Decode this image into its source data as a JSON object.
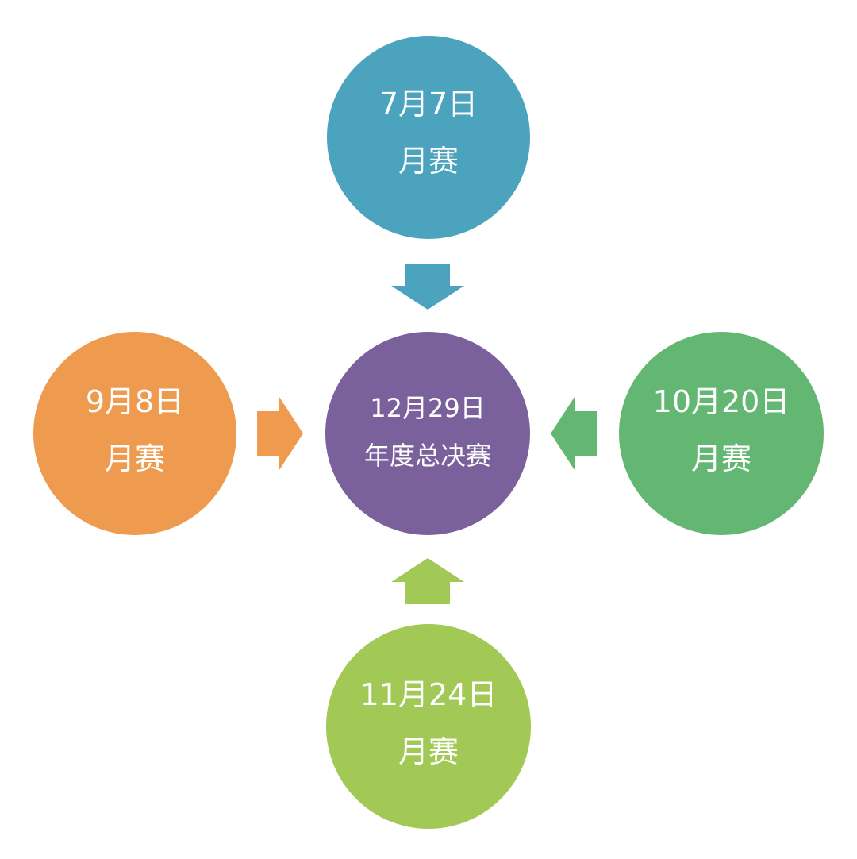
{
  "nodes": {
    "top": {
      "line1": "7月7日",
      "line2": "月赛",
      "color": "#4ba3be"
    },
    "left": {
      "line1": "9月8日",
      "line2": "月赛",
      "color": "#ee9a4f"
    },
    "center": {
      "line1": "12月29日",
      "line2": "年度总决赛",
      "color": "#7a619b"
    },
    "right": {
      "line1": "10月20日",
      "line2": "月赛",
      "color": "#64b773"
    },
    "bottom": {
      "line1": "11月24日",
      "line2": "月赛",
      "color": "#a2c955"
    }
  },
  "arrows": {
    "top": {
      "direction": "down",
      "color": "#4ba3be"
    },
    "left": {
      "direction": "right",
      "color": "#ee9a4f"
    },
    "right": {
      "direction": "left",
      "color": "#64b773"
    },
    "bottom": {
      "direction": "up",
      "color": "#a2c955"
    }
  }
}
